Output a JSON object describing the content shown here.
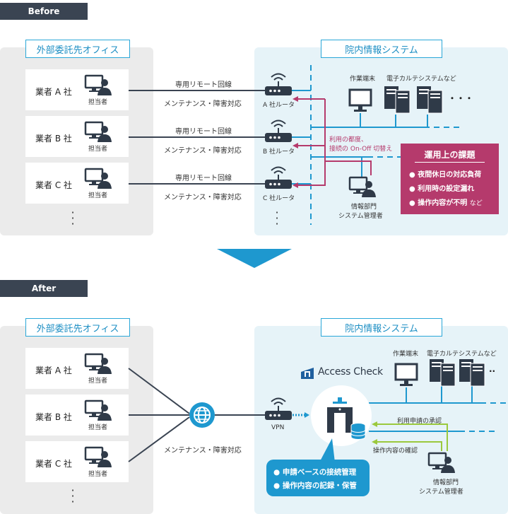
{
  "before": {
    "tag": "Before",
    "left_title": "外部委託先オフィス",
    "right_title": "院内情報システム",
    "vendors": [
      {
        "name": "業者 A 社",
        "role": "担当者",
        "router": "A 社ルータ"
      },
      {
        "name": "業者 B 社",
        "role": "担当者",
        "router": "B 社ルータ"
      },
      {
        "name": "業者 C 社",
        "role": "担当者",
        "router": "C 社ルータ"
      }
    ],
    "line_label": "専用リモート回線",
    "maint_label": "メンテナンス・障害対応",
    "terminal_label": "作業端末",
    "emr_label": "電子カルテシステムなど",
    "ellipsis": "・・・",
    "switch_note_1": "利用の都度、",
    "switch_note_2": "接続の On-Off 切替え",
    "admin_1": "情報部門",
    "admin_2": "システム管理者",
    "issues": {
      "title": "運用上の課題",
      "items": [
        "夜間休日の対応負荷",
        "利用時の設定漏れ",
        "操作内容が不明"
      ],
      "suffix": "など"
    }
  },
  "after": {
    "tag": "After",
    "left_title": "外部委託先オフィス",
    "right_title": "院内情報システム",
    "vendors": [
      {
        "name": "業者 A 社",
        "role": "担当者"
      },
      {
        "name": "業者 B 社",
        "role": "担当者"
      },
      {
        "name": "業者 C 社",
        "role": "担当者"
      }
    ],
    "maint_label": "メンテナンス・障害対応",
    "vpn_label": "VPN",
    "product_name": "Access Check",
    "terminal_label": "作業端末",
    "emr_label": "電子カルテシステムなど",
    "approve_label": "利用申請の承認",
    "confirm_label": "操作内容の確認",
    "admin_1": "情報部門",
    "admin_2": "システム管理者",
    "bubble": [
      "申請ベースの接続管理",
      "操作内容の記録・保管"
    ]
  },
  "colors": {
    "accent": "#1e98cf",
    "dark": "#2f3a48",
    "issue": "#b53a6c",
    "green": "#9bc93d"
  }
}
